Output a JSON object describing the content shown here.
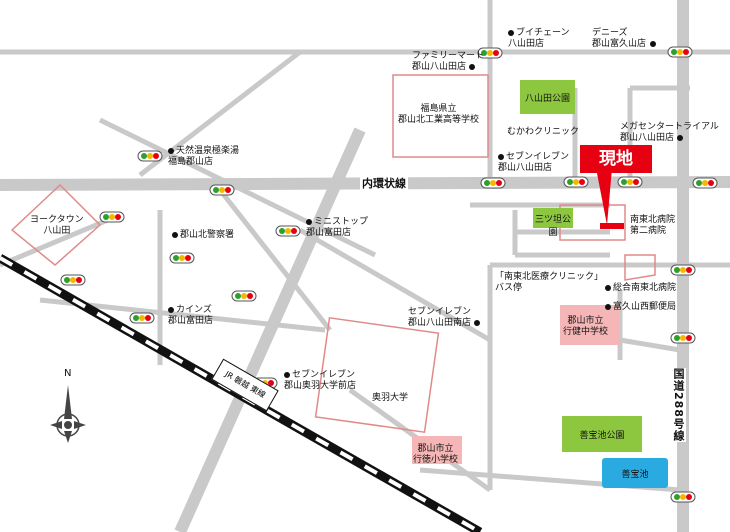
{
  "current_location": "現地",
  "roads": {
    "naikanjo": "内環状線",
    "route288": "国道288号線"
  },
  "rail_sign": "JR 磐越 東線",
  "north": "N",
  "institutions": {
    "kita_kogyo": "福島県立\n郡山北工業高等学校",
    "ohu": "奥羽大学",
    "kobumi_elem": "郡山市立\n行徳小学校",
    "kobumi_jh": "郡山市立\n行健中学校"
  },
  "parks": {
    "hachiyamada_park": "八山田公園",
    "mitsuhako_park": "三ツ坦公園",
    "zenpoji_park": "善宝池公園",
    "zenpoji_pond": "善宝池"
  },
  "labels": [
    {
      "id": "buychaine",
      "text": "ブイチェーン\n八山田店"
    },
    {
      "id": "dennys",
      "text": "デニーズ\n郡山富久山店"
    },
    {
      "id": "familymart",
      "text": "ファミリーマート\n郡山八山田店"
    },
    {
      "id": "mukawa",
      "text": "むかわクリニック"
    },
    {
      "id": "megacenter",
      "text": "メガセンタートライアル\n郡山八山田店"
    },
    {
      "id": "seven1",
      "text": "セブンイレブン\n郡山八山田店"
    },
    {
      "id": "onsen",
      "text": "天然温泉極楽湯\n福島郡山店"
    },
    {
      "id": "yorktown",
      "text": "ヨークタウン\n八山田"
    },
    {
      "id": "police",
      "text": "郡山北警察署"
    },
    {
      "id": "ministop",
      "text": "ミニストップ\n郡山富田店"
    },
    {
      "id": "kainz",
      "text": "カインズ\n郡山富田店"
    },
    {
      "id": "seven2",
      "text": "セブンイレブン\n郡山八山田南店"
    },
    {
      "id": "hospital2",
      "text": "南東北病院\n第二病院"
    },
    {
      "id": "clinic",
      "text": "「南東北医療クリニック」\nバス停"
    },
    {
      "id": "general",
      "text": "総合南東北病院"
    },
    {
      "id": "nishi_ent",
      "text": "富久山西郵便局"
    },
    {
      "id": "seven3",
      "text": "セブンイレブン\n郡山奥羽大学前店"
    }
  ],
  "colors": {
    "road_gray": "#c9c9c9",
    "park_green": "#8dc63f",
    "pond_blue": "#29abe2",
    "school_pink": "#f4b6b6",
    "accent_red": "#e60012"
  }
}
